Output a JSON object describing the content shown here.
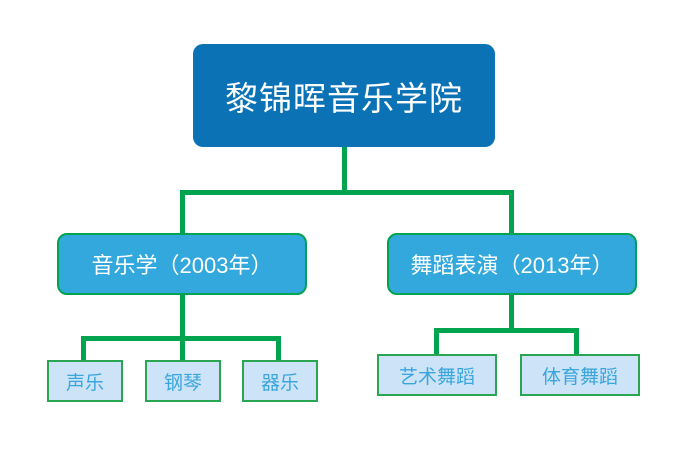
{
  "diagram": {
    "type": "organization-tree",
    "title_text": "黎锦晖音乐学院",
    "colors": {
      "root_fill": "#0b72b5",
      "root_text": "#ffffff",
      "level2_fill": "#33a8dd",
      "level2_text": "#ffffff",
      "level2_border": "#00a44f",
      "leaf_fill": "#cde3f7",
      "leaf_text": "#3aa6dd",
      "leaf_border": "#2aa551",
      "connector": "#00a44f",
      "background": "#ffffff"
    },
    "root": {
      "label": "黎锦晖音乐学院"
    },
    "branches": [
      {
        "label": "音乐学（2003年）",
        "children": [
          {
            "label": "声乐"
          },
          {
            "label": "钢琴"
          },
          {
            "label": "器乐"
          }
        ]
      },
      {
        "label": "舞蹈表演（2013年）",
        "children": [
          {
            "label": "艺术舞蹈"
          },
          {
            "label": "体育舞蹈"
          }
        ]
      }
    ]
  }
}
